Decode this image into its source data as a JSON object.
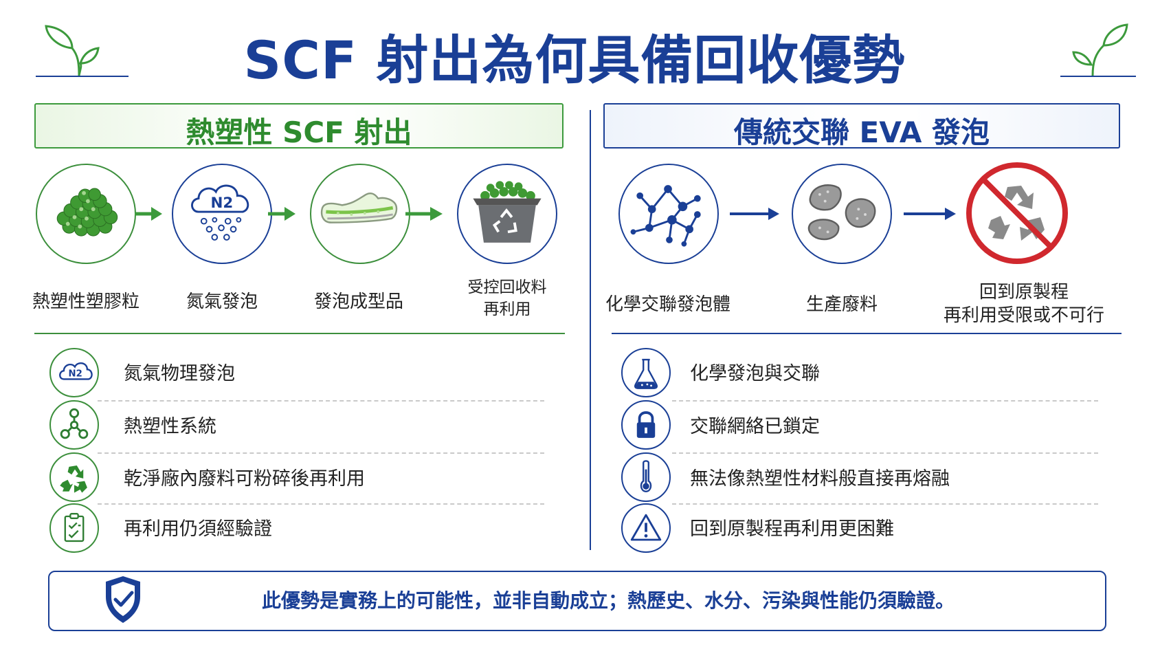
{
  "title": "SCF 射出為何具備回收優勢",
  "left": {
    "header": "熱塑性 SCF 射出",
    "steps": [
      {
        "label": "熱塑性塑膠粒"
      },
      {
        "label": "氮氣發泡",
        "badge": "N2"
      },
      {
        "label": "發泡成型品"
      },
      {
        "label_line1": "受控回收料",
        "label_line2": "再利用"
      }
    ],
    "features": [
      {
        "icon": "n2-cloud-icon",
        "badge": "N2",
        "text": "氮氣物理發泡"
      },
      {
        "icon": "molecule-icon",
        "text": "熱塑性系統"
      },
      {
        "icon": "recycle-icon",
        "text": "乾淨廠內廢料可粉碎後再利用"
      },
      {
        "icon": "clipboard-check-icon",
        "text": "再利用仍須經驗證"
      }
    ]
  },
  "right": {
    "header": "傳統交聯 EVA 發泡",
    "steps": [
      {
        "label": "化學交聯發泡體"
      },
      {
        "label": "生產廢料"
      },
      {
        "label_line1": "回到原製程",
        "label_line2": "再利用受限或不可行"
      }
    ],
    "features": [
      {
        "icon": "flask-icon",
        "text": "化學發泡與交聯"
      },
      {
        "icon": "lock-icon",
        "text": "交聯網絡已鎖定"
      },
      {
        "icon": "thermometer-icon",
        "text": "無法像熱塑性材料般直接再熔融"
      },
      {
        "icon": "warning-icon",
        "text": "回到原製程再利用更困難"
      }
    ]
  },
  "footer": {
    "icon": "shield-check-icon",
    "text": "此優勢是實務上的可能性，並非自動成立；熱歷史、水分、污染與性能仍須驗證。"
  },
  "colors": {
    "navy": "#1a3f96",
    "green": "#3c8f3c",
    "red": "#d0282e"
  }
}
